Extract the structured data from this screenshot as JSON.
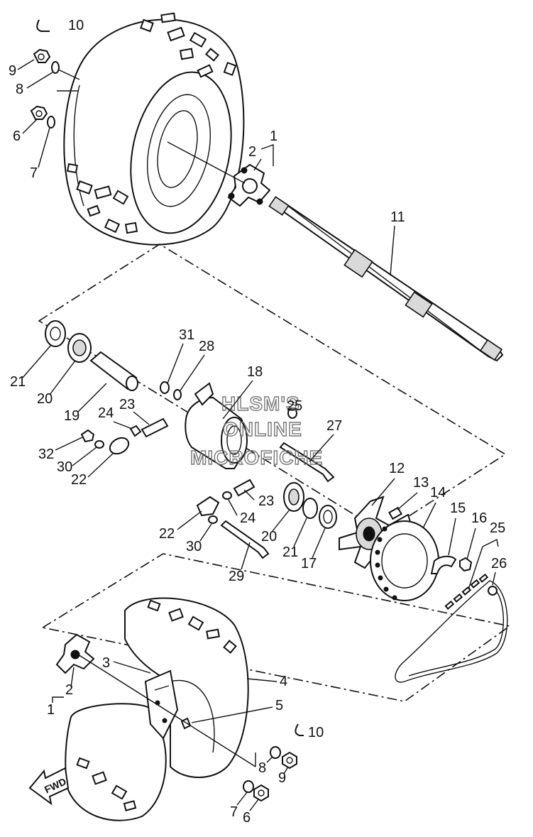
{
  "watermark": {
    "line1": "HLSM'S",
    "line2": "ONLINE",
    "line3": "MICROFICHE"
  },
  "direction_arrow": "FWD",
  "callouts": {
    "upper_wheel": {
      "c10": "10",
      "c9": "9",
      "c8": "8",
      "c6": "6",
      "c7": "7",
      "c1": "1",
      "c2": "2",
      "c11": "11"
    },
    "axle_assembly": {
      "c31": "31",
      "c28": "28",
      "c18": "18",
      "c21a": "21",
      "c20a": "20",
      "c19": "19",
      "c23a": "23",
      "c24a": "24",
      "c32": "32",
      "c30a": "30",
      "c22a": "22",
      "c25_overlap": "25",
      "c27": "27",
      "c23b": "23",
      "c24b": "24",
      "c22b": "22",
      "c30b": "30",
      "c20b": "20",
      "c21b": "21",
      "c17": "17",
      "c29": "29"
    },
    "sprocket_chain": {
      "c12": "12",
      "c13": "13",
      "c14": "14",
      "c15": "15",
      "c16": "16",
      "c25": "25",
      "c26": "26"
    },
    "lower_wheel": {
      "c3": "3",
      "c4": "4",
      "c5": "5",
      "c1": "1",
      "c2": "2",
      "c10": "10",
      "c8": "8",
      "c9": "9",
      "c7": "7",
      "c6": "6"
    }
  }
}
